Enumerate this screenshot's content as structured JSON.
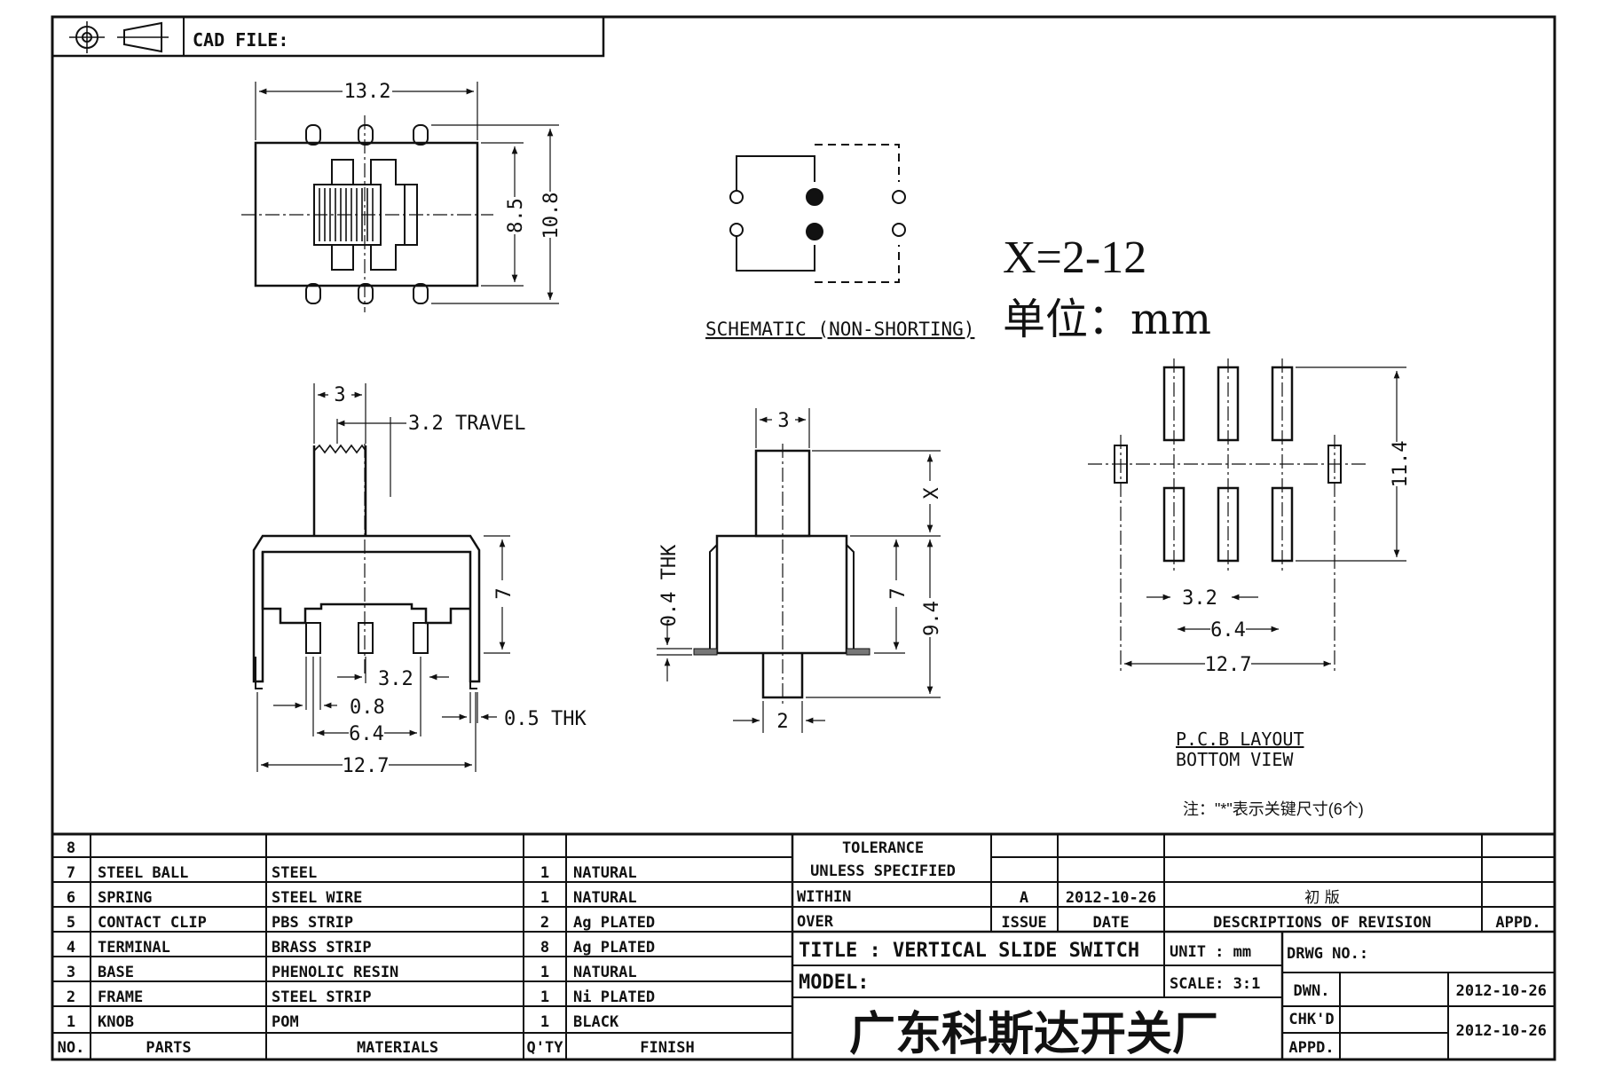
{
  "header": {
    "cad_label": "CAD FILE:",
    "projection_icon": "first-angle-projection-icon"
  },
  "top_view": {
    "width": "13.2",
    "inner_height": "8.5",
    "outer_height": "10.8"
  },
  "schematic": {
    "label": "SCHEMATIC (NON-SHORTING)"
  },
  "variable": {
    "formula": "X=2-12",
    "unit_label": "单位：mm"
  },
  "front_view": {
    "knob_width": "3",
    "travel": "3.2 TRAVEL",
    "height": "7",
    "pitch": "3.2",
    "pin_width": "0.8",
    "pin_thk": "0.5 THK",
    "pin_span": "6.4",
    "frame_width": "12.7"
  },
  "side_view": {
    "knob_width": "3",
    "x_label": "X",
    "height": "7",
    "total_height": "9.4",
    "thk": "0.4 THK",
    "pin_width": "2"
  },
  "pcb": {
    "height": "11.4",
    "pitch": "3.2",
    "span": "6.4",
    "outer": "12.7",
    "title": "P.C.B LAYOUT",
    "subtitle": "BOTTOM VIEW"
  },
  "note": "注：\"*\"表示关键尺寸(6个)",
  "bom": {
    "rows": [
      {
        "no": "8",
        "part": "",
        "material": "",
        "qty": "",
        "finish": ""
      },
      {
        "no": "7",
        "part": "STEEL BALL",
        "material": "STEEL",
        "qty": "1",
        "finish": "NATURAL"
      },
      {
        "no": "6",
        "part": "SPRING",
        "material": "STEEL WIRE",
        "qty": "1",
        "finish": "NATURAL"
      },
      {
        "no": "5",
        "part": "CONTACT CLIP",
        "material": "PBS STRIP",
        "qty": "2",
        "finish": "Ag PLATED"
      },
      {
        "no": "4",
        "part": "TERMINAL",
        "material": "BRASS STRIP",
        "qty": "8",
        "finish": "Ag PLATED"
      },
      {
        "no": "3",
        "part": "BASE",
        "material": "PHENOLIC RESIN",
        "qty": "1",
        "finish": "NATURAL"
      },
      {
        "no": "2",
        "part": "FRAME",
        "material": "STEEL STRIP",
        "qty": "1",
        "finish": "Ni PLATED"
      },
      {
        "no": "1",
        "part": "KNOB",
        "material": "POM",
        "qty": "1",
        "finish": "BLACK"
      }
    ],
    "headers": {
      "no": "NO.",
      "part": "PARTS",
      "material": "MATERIALS",
      "qty": "Q'TY",
      "finish": "FINISH"
    }
  },
  "tolerance": {
    "title": "TOLERANCE",
    "subtitle": "UNLESS   SPECIFIED",
    "within": "WITHIN",
    "over": "OVER"
  },
  "revision": {
    "issue_value": "A",
    "date_value": "2012-10-26",
    "desc_value": "初 版",
    "issue_label": "ISSUE",
    "date_label": "DATE",
    "desc_label": "DESCRIPTIONS OF REVISION",
    "appd_label": "APPD."
  },
  "title_block": {
    "title": "TITLE :  VERTICAL SLIDE SWITCH",
    "model": "MODEL:",
    "unit": "UNIT :  mm",
    "scale": "SCALE:  3:1",
    "drwg": "DRWG NO.:",
    "dwn": "DWN.",
    "dwn_date": "2012-10-26",
    "chkd": "CHK'D",
    "chkd_date": "2012-10-26",
    "appd": "APPD.",
    "company": "广东科斯达开关厂"
  }
}
